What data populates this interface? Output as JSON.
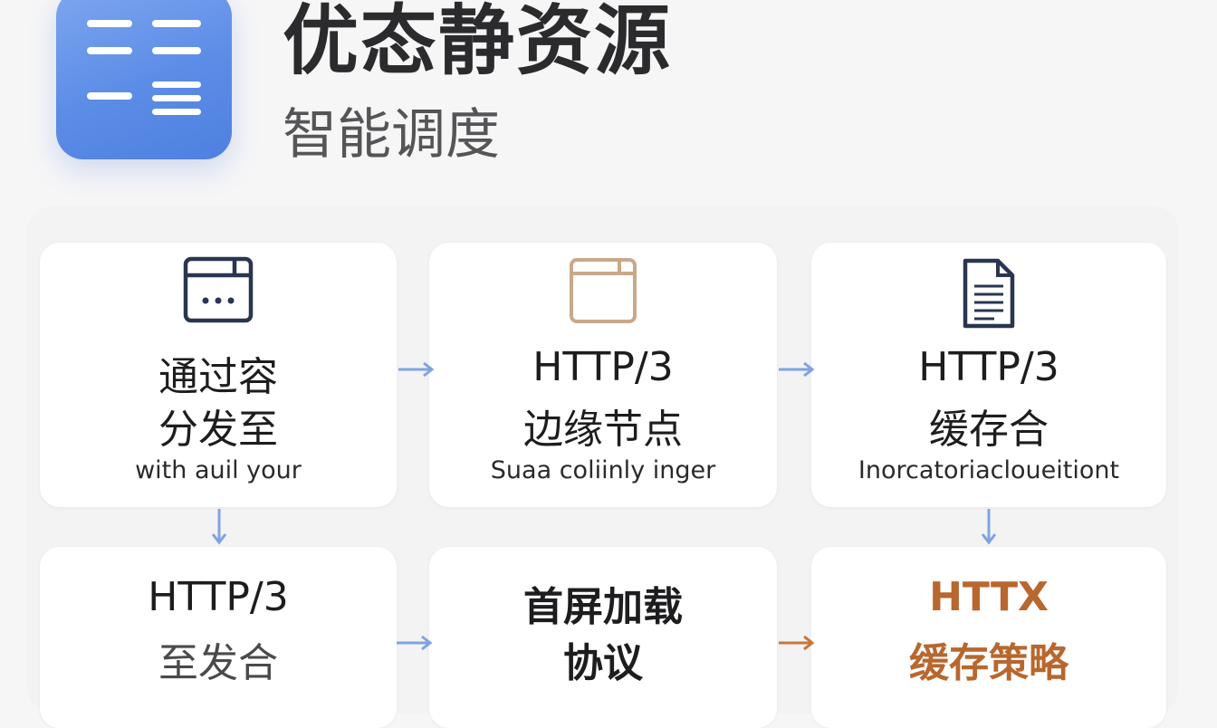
{
  "header": {
    "title": "优态静资源",
    "subtitle": "智能调度"
  },
  "cards": [
    {
      "icon": "window-dots-icon",
      "line1": "通过容",
      "line2": "分发至",
      "note": "with auil your"
    },
    {
      "icon": "window-icon",
      "line1": "HTTP/3",
      "line2": "边缘节点",
      "note": "Suaa coliinly inger"
    },
    {
      "icon": "document-icon",
      "line1": "HTTP/3",
      "line2": "缓存合",
      "note": "Inorcatoriacloueitiont"
    },
    {
      "line1": "HTTP/3",
      "line2": "至发合"
    },
    {
      "line1": "首屏加载",
      "line2": "协议"
    },
    {
      "line1": "HTTX",
      "line2": "缓存策略"
    }
  ],
  "colors": {
    "icon_gradient": "#5b8ce6",
    "arrow_blue": "#7fa3e0",
    "arrow_orange": "#c8763a",
    "accent_text": "#b8672e",
    "icon_dark": "#2a3550",
    "icon_tan": "#c9a88a"
  }
}
